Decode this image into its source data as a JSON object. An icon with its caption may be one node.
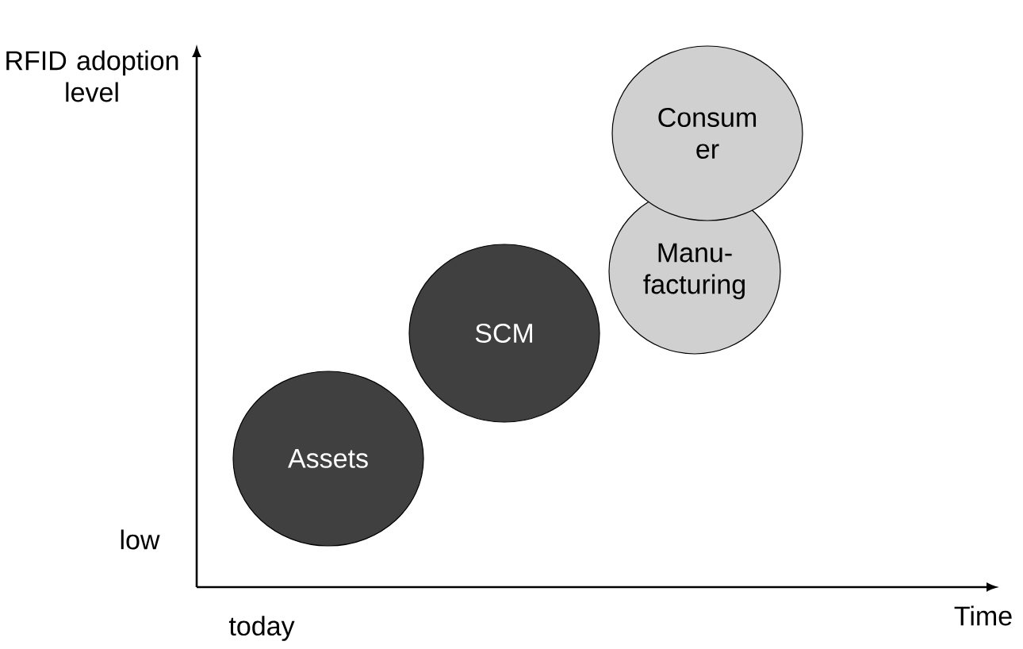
{
  "diagram": {
    "nodes": [
      {
        "text": [
          "Assets"
        ]
      },
      {
        "text": [
          "SCM"
        ]
      },
      {
        "text": [
          "Manu- facturing"
        ]
      },
      {
        "text": [
          "Consum er"
        ]
      }
    ],
    "edges": [],
    "labels": [
      "RFID adoption level",
      "low",
      "today",
      "Time"
    ]
  }
}
